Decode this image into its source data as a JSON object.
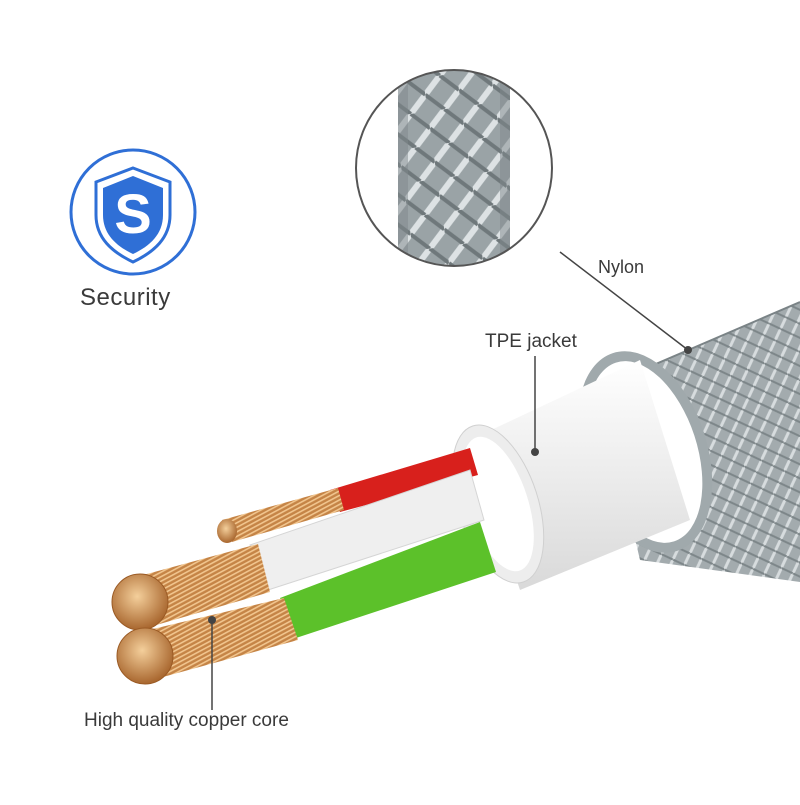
{
  "badge": {
    "letter": "S",
    "label": "Security",
    "color": "#2f6fd6"
  },
  "labels": {
    "nylon": "Nylon",
    "tpe": "TPE jacket",
    "copper": "High quality copper core"
  },
  "colors": {
    "nylon_braid": "#9aa3a6",
    "tpe_jacket": "#f4f4f4",
    "wire_red": "#d8201c",
    "wire_white": "#f0f0f0",
    "wire_green": "#5cc12a",
    "copper": "#c9874a"
  }
}
